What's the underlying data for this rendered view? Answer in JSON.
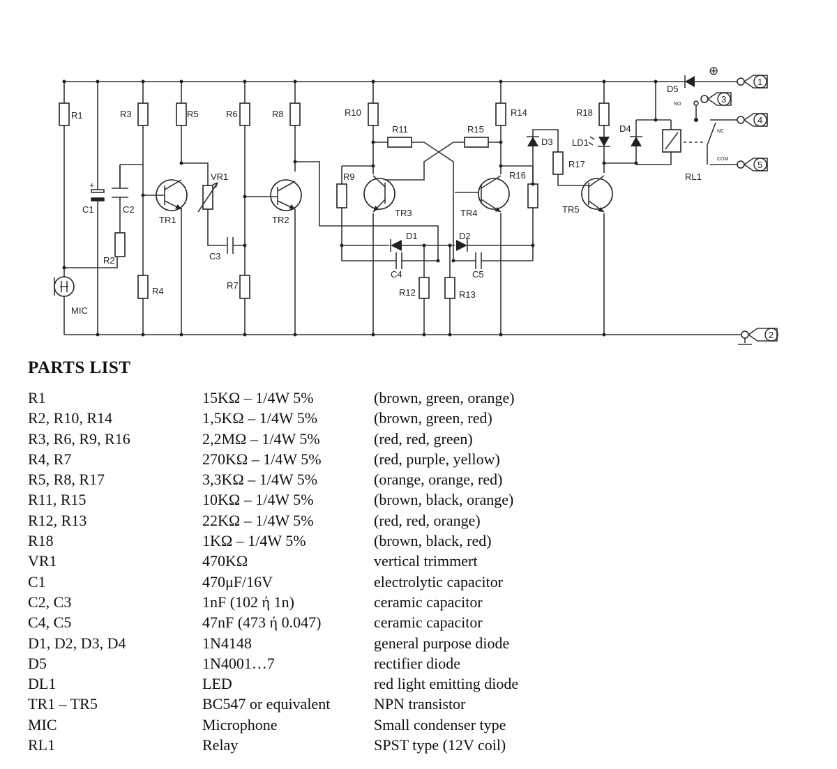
{
  "schematic": {
    "labels": {
      "R1": "R1",
      "R2": "R2",
      "R3": "R3",
      "R4": "R4",
      "R5": "R5",
      "R6": "R6",
      "R7": "R7",
      "R8": "R8",
      "R9": "R9",
      "R10": "R10",
      "R11": "R11",
      "R12": "R12",
      "R13": "R13",
      "R14": "R14",
      "R15": "R15",
      "R16": "R16",
      "R17": "R17",
      "R18": "R18",
      "VR1": "VR1",
      "C1": "C1",
      "C2": "C2",
      "C3": "C3",
      "C4": "C4",
      "C5": "C5",
      "TR1": "TR1",
      "TR2": "TR2",
      "TR3": "TR3",
      "TR4": "TR4",
      "TR5": "TR5",
      "D1": "D1",
      "D2": "D2",
      "D3": "D3",
      "D4": "D4",
      "D5": "D5",
      "LD1": "LD1",
      "RL1": "RL1",
      "MIC": "MIC",
      "plus": "⊕",
      "c1_plus": "+",
      "NO": "NO",
      "NC": "NC",
      "COM": "COM",
      "T1": "1",
      "T2": "2",
      "T3": "3",
      "T4": "4",
      "T5": "5"
    }
  },
  "parts_list": {
    "title": "PARTS LIST",
    "rows": [
      {
        "ref": "R1",
        "value": "15KΩ – 1/4W 5%",
        "desc": "(brown, green, orange)"
      },
      {
        "ref": "R2, R10, R14",
        "value": "1,5KΩ – 1/4W   5%",
        "desc": "(brown, green, red)"
      },
      {
        "ref": "R3, R6, R9, R16",
        "value": "2,2MΩ – 1/4W 5%",
        "desc": "(red, red, green)"
      },
      {
        "ref": "R4, R7",
        "value": "270KΩ – 1/4W 5%",
        "desc": "(red, purple, yellow)"
      },
      {
        "ref": "R5, R8, R17",
        "value": "3,3KΩ – 1/4W  5%",
        "desc": "(orange, orange, red)"
      },
      {
        "ref": "R11, R15",
        "value": "10KΩ – 1/4W   5%",
        "desc": "(brown, black, orange)"
      },
      {
        "ref": "R12, R13",
        "value": "22KΩ – 1/4W   5%",
        "desc": "(red, red, orange)"
      },
      {
        "ref": "R18",
        "value": "1KΩ – 1/4W 5%",
        "desc": "(brown, black, red)"
      },
      {
        "ref": "VR1",
        "value": "470KΩ",
        "desc": "vertical trimmert"
      },
      {
        "ref": "C1",
        "value": "470μF/16V",
        "desc": "electrolytic capacitor"
      },
      {
        "ref": "C2, C3",
        "value": "1nF (102 ή 1n)",
        "desc": "ceramic capacitor"
      },
      {
        "ref": "C4, C5",
        "value": "47nF (473 ή 0.047)",
        "desc": "ceramic capacitor"
      },
      {
        "ref": "D1, D2, D3, D4",
        "value": "1N4148",
        "desc": "general purpose diode"
      },
      {
        "ref": "D5",
        "value": "1N4001…7",
        "desc": "rectifier diode"
      },
      {
        "ref": "DL1",
        "value": "LED",
        "desc": "red light emitting diode"
      },
      {
        "ref": "TR1 – TR5",
        "value": "BC547 or equivalent",
        "desc": "NPN transistor"
      },
      {
        "ref": "MIC",
        "value": "Microphone",
        "desc": "Small condenser type"
      },
      {
        "ref": "RL1",
        "value": "Relay",
        "desc": "SPST type (12V coil)"
      }
    ]
  }
}
